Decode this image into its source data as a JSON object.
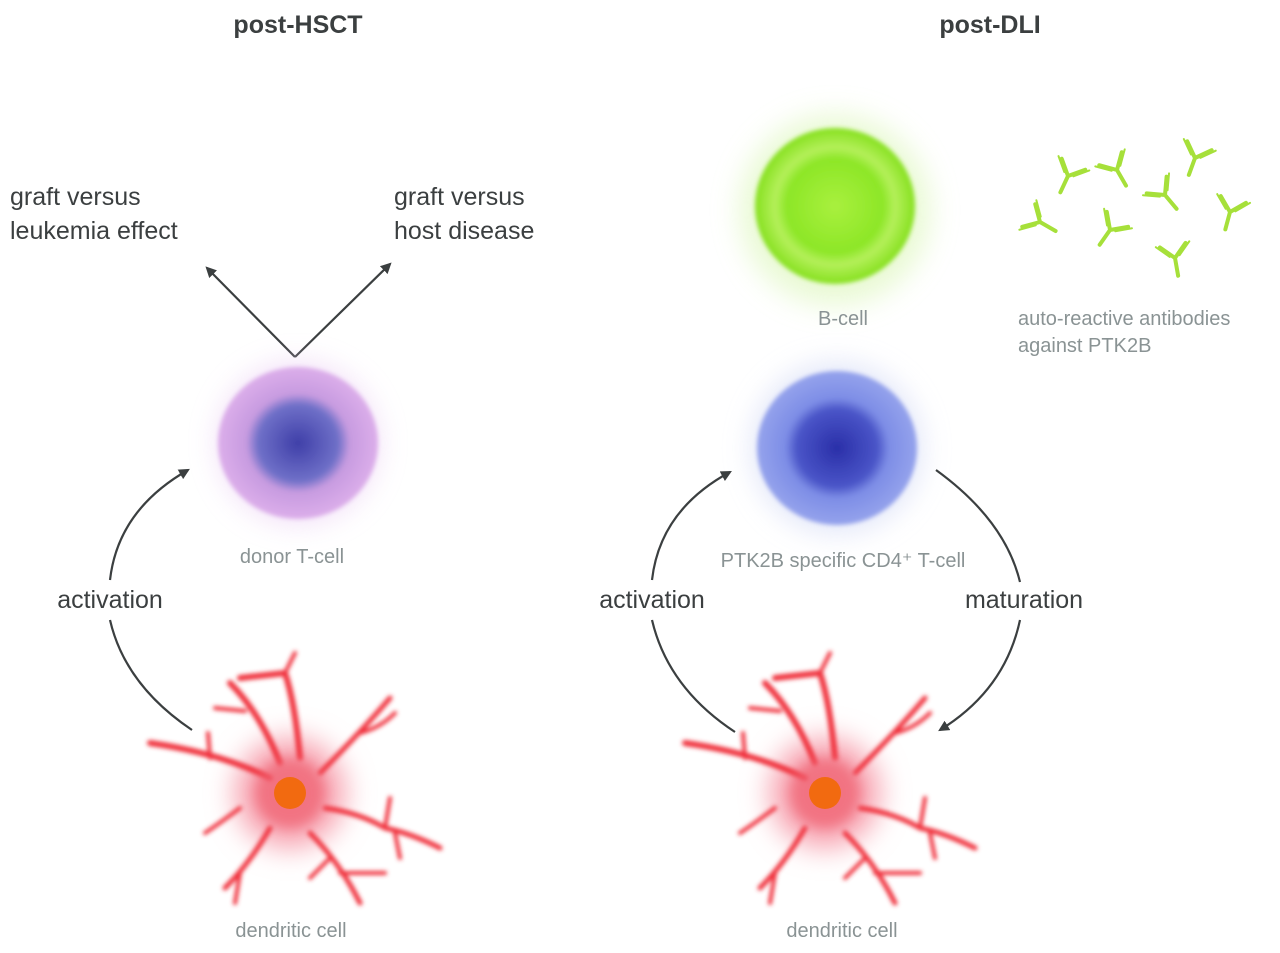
{
  "left_panel": {
    "title": "post-HSCT",
    "outcome_left": [
      "graft versus",
      "leukemia effect"
    ],
    "outcome_right": [
      "graft versus",
      "host disease"
    ],
    "tcell_label": "donor T-cell",
    "activation_label": "activation",
    "dendritic_label": "dendritic cell"
  },
  "right_panel": {
    "title": "post-DLI",
    "bcell_label": "B-cell",
    "antibodies_label": [
      "auto-reactive antibodies",
      "against PTK2B"
    ],
    "tcell_label": "PTK2B specific CD4⁺ T-cell",
    "activation_label": "activation",
    "maturation_label": "maturation",
    "dendritic_label": "dendritic cell"
  },
  "colors": {
    "text": "#3b3f40",
    "label": "#8a9394",
    "donor_tcell": "#d9a8e6",
    "cd4_tcell": "#7f8fe6",
    "bcell": "#86e61e",
    "antibody": "#a6e03a",
    "dendritic": "#f0323c",
    "nucleus": "#f26a10"
  }
}
